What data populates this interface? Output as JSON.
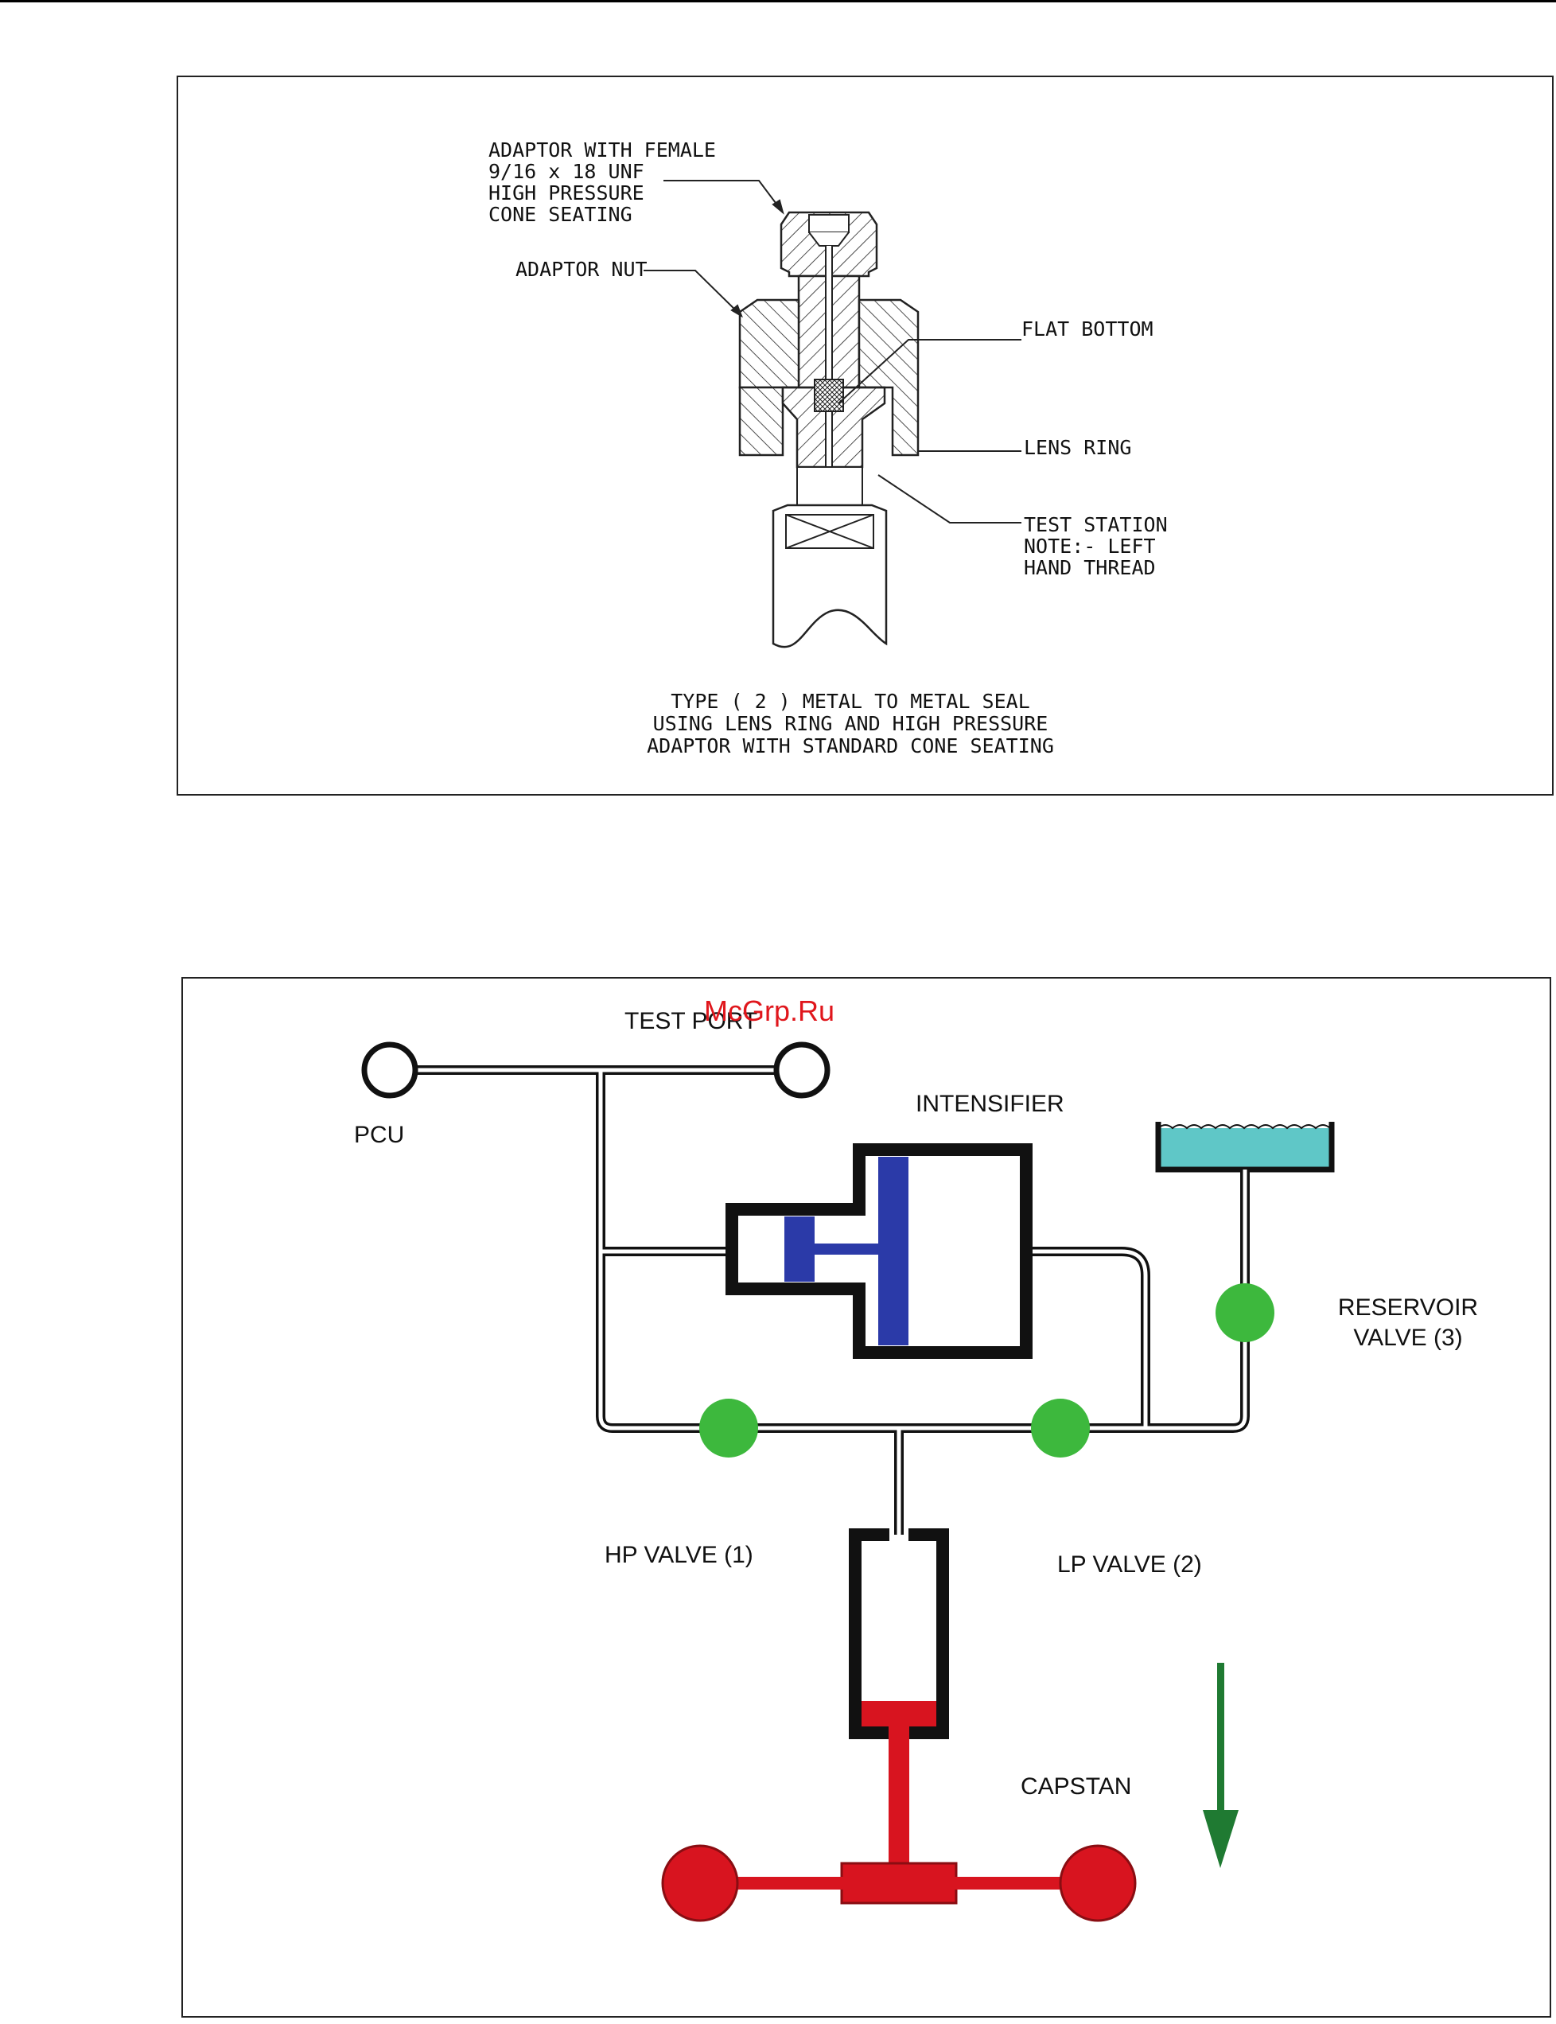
{
  "figure_top": {
    "callouts": {
      "adaptor": [
        "ADAPTOR WITH FEMALE",
        "9/16 x 18 UNF",
        "HIGH PRESSURE",
        "CONE SEATING"
      ],
      "adaptor_nut": "ADAPTOR NUT",
      "flat_bottom": "FLAT BOTTOM",
      "lens_ring": "LENS RING",
      "test_station": [
        "TEST STATION",
        "NOTE:- LEFT",
        "HAND THREAD"
      ]
    },
    "caption": [
      "TYPE ( 2 ) METAL TO METAL SEAL",
      "USING LENS RING AND HIGH PRESSURE",
      "ADAPTOR WITH STANDARD CONE SEATING"
    ]
  },
  "figure_bottom": {
    "labels": {
      "test_port": "TEST PORT",
      "pcu": "PCU",
      "intensifier": "INTENSIFIER",
      "reservoir_valve": [
        "RESERVOIR",
        "VALVE (3)"
      ],
      "hp_valve": "HP VALVE (1)",
      "lp_valve": "LP VALVE (2)",
      "capstan": "CAPSTAN"
    },
    "colors": {
      "valve": "#3db83d",
      "piston": "#2b3aa8",
      "reservoir_fluid": "#5fc7c7",
      "capstan": "#d8141f",
      "arrow": "#1f7a32"
    }
  },
  "watermark": "McGrp.Ru"
}
